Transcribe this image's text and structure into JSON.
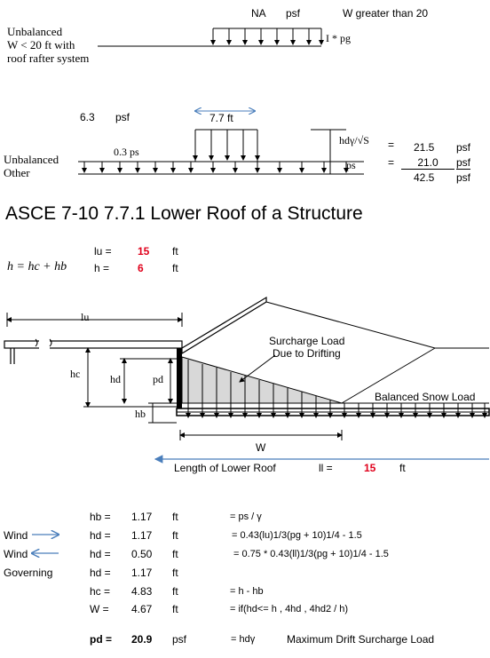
{
  "top_section": {
    "label_na": "NA",
    "label_psf": "psf",
    "label_w_greater": "W greater than 20",
    "unbalanced_line1": "Unbalanced",
    "unbalanced_line2": "W < 20 ft with",
    "unbalanced_line3": "roof rafter system",
    "ipg_label": "I * pg"
  },
  "other_section": {
    "value_63": "6.3",
    "unit_63": "psf",
    "dim_77": "7.7 ft",
    "label_03ps": "0.3 ps",
    "unbalanced": "Unbalanced",
    "other": "Other",
    "hd_label": "hdγ/√S",
    "ps_label": "ps",
    "eq1": "=",
    "val1": "21.5",
    "unit1": "psf",
    "eq2": "=",
    "val2": "21.0",
    "unit2": "psf",
    "val3": "42.5",
    "unit3": "psf"
  },
  "heading": "ASCE 7-10 7.7.1 Lower Roof of a Structure",
  "geometry_inputs": {
    "formula": "h = hc + hb",
    "lu_label": "lu =",
    "lu_value": "15",
    "lu_unit": "ft",
    "h_label": "h =",
    "h_value": "6",
    "h_unit": "ft"
  },
  "diagram": {
    "lu": "lu",
    "hc": "hc",
    "hd": "hd",
    "pd": "pd",
    "hb": "hb",
    "w": "W",
    "surcharge_line1": "Surcharge Load",
    "surcharge_line2": "Due to Drifting",
    "balanced": "Balanced Snow Load",
    "length_lower_roof": "Length of Lower Roof",
    "ll_label": "ll =",
    "ll_value": "15",
    "ll_unit": "ft"
  },
  "calc_rows": [
    {
      "side": "",
      "var": "hb =",
      "value": "1.17",
      "unit": "ft",
      "formula": "= ps / γ"
    },
    {
      "side": "Wind",
      "var": "hd =",
      "value": "1.17",
      "unit": "ft",
      "formula": "= 0.43(lu)1/3(pg + 10)1/4 - 1.5"
    },
    {
      "side": "Wind",
      "var": "hd =",
      "value": "0.50",
      "unit": "ft",
      "formula": "= 0.75 * 0.43(ll)1/3(pg + 10)1/4 - 1.5"
    },
    {
      "side": "Governing",
      "var": "hd =",
      "value": "1.17",
      "unit": "ft",
      "formula": ""
    },
    {
      "side": "",
      "var": "hc =",
      "value": "4.83",
      "unit": "ft",
      "formula": "= h - hb"
    },
    {
      "side": "",
      "var": "W =",
      "value": "4.67",
      "unit": "ft",
      "formula": "= if(hd<= h , 4hd , 4hd2 / h)"
    }
  ],
  "result": {
    "var": "pd =",
    "value": "20.9",
    "unit": "psf",
    "formula": "= hdγ",
    "note": "Maximum Drift Surcharge Load"
  },
  "colors": {
    "accent_red": "#e0001b",
    "arrow_blue": "#4a7ebb",
    "shade": "#d8d8d8"
  }
}
